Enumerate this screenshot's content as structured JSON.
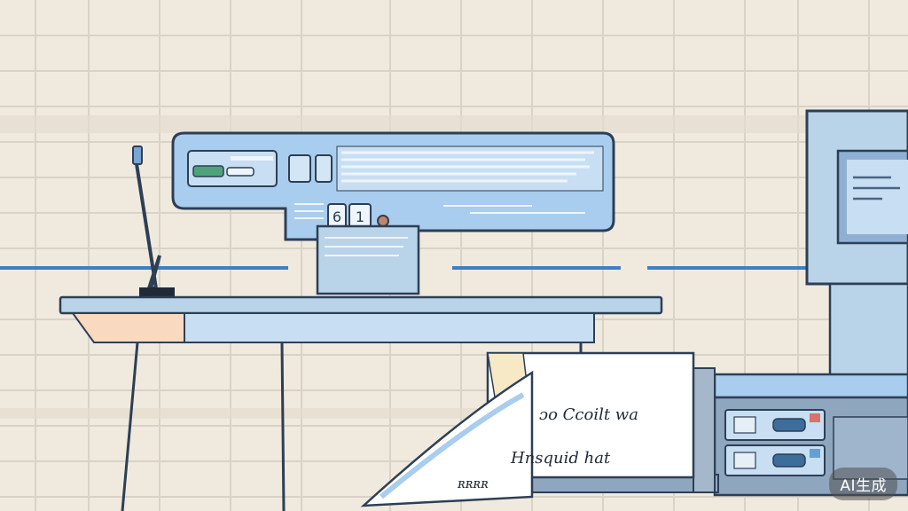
{
  "watermark": {
    "label": "AI生成"
  },
  "colors": {
    "background": "#f0e9de",
    "gridline": "#d9d2c7",
    "accent_line": "#3d7fc8",
    "panel_blue": "#a9cdee",
    "outline": "#2d3f55",
    "desk_top": "#b9d3e8",
    "desk_skirt": "#f9d9c0"
  },
  "scene": {
    "center_display": {
      "digits": [
        "6",
        "1"
      ]
    },
    "paper_note": {
      "line1": "ɔo Ccoilt wa",
      "line2": "Hnsquid hat",
      "line3": "ʀʀʀʀ"
    }
  }
}
